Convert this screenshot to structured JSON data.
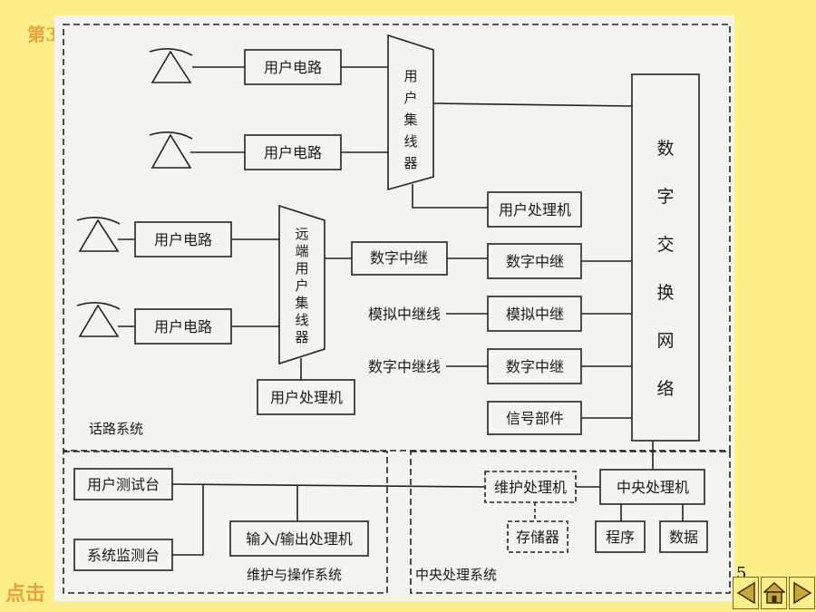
{
  "slide": {
    "title_fragment": "第3",
    "click_hint": "点击",
    "page_number": "5"
  },
  "diagram": {
    "user_circuit": "用户电路",
    "user_concentrator": "用户集线器",
    "remote_user_concentrator": "远端用户集线器",
    "user_processor": "用户处理机",
    "digital_trunk": "数字中继",
    "analog_trunk": "模拟中继",
    "analog_trunk_line": "模拟中继线",
    "digital_trunk_line": "数字中继线",
    "signal_unit": "信号部件",
    "switching_network": "数字交换网络",
    "speech_system": "话路系统",
    "user_test_desk": "用户测试台",
    "system_monitor_desk": "系统监测台",
    "io_processor": "输入/输出处理机",
    "maintenance_system": "维护与操作系统",
    "maintenance_processor": "维护处理机",
    "storage": "存储器",
    "central_processor": "中央处理机",
    "program": "程序",
    "data": "数据",
    "central_system": "中央处理系统"
  },
  "navigation": {
    "prev_icon": "triangle-left-icon",
    "home_icon": "home-icon",
    "next_icon": "triangle-right-icon"
  },
  "colors": {
    "background": "#ffef8a",
    "accent": "#e8a13c"
  }
}
